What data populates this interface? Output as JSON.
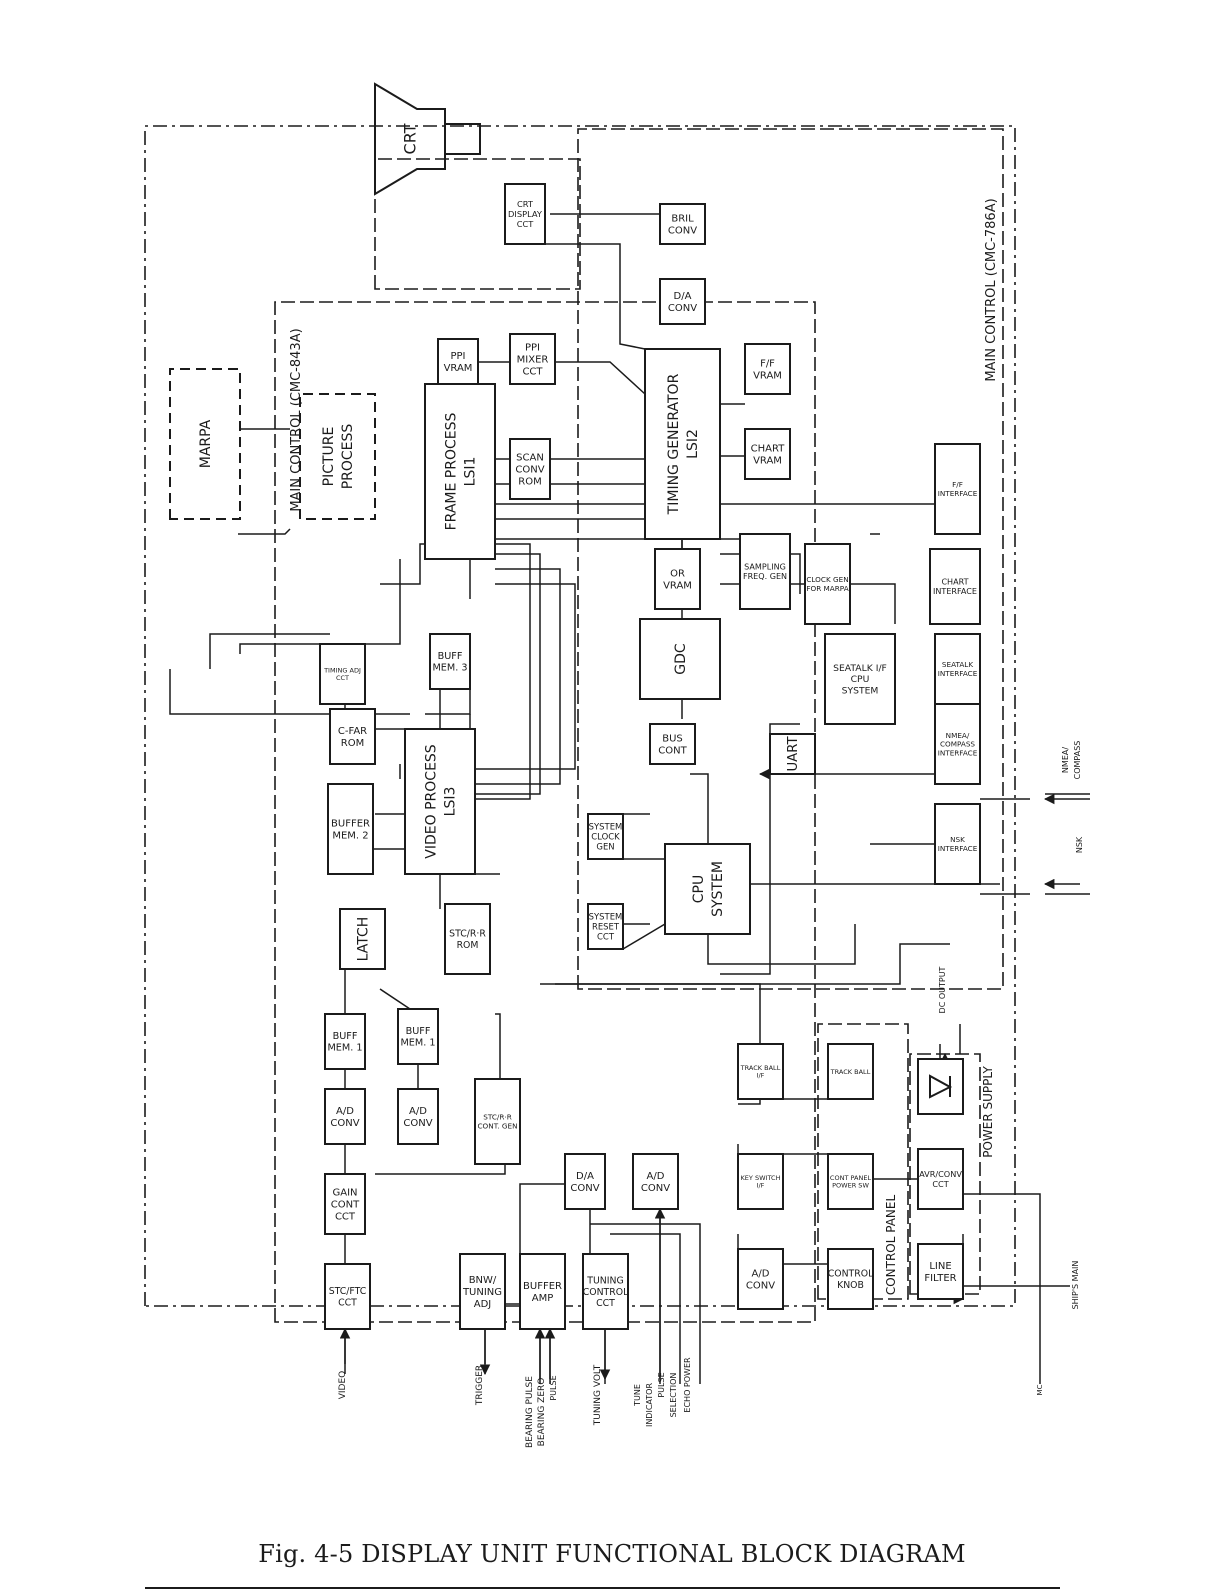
{
  "caption": "Fig. 4-5 DISPLAY UNIT FUNCTIONAL BLOCK DIAGRAM",
  "groups": {
    "main_control_a": "MAIN CONTROL (CMC-786A)",
    "main_control_b": "MAIN CONTROL (CMC-843A)",
    "control_panel": "CONTROL PANEL",
    "power_supply": "POWER SUPPLY"
  },
  "blocks": {
    "crt": [
      "CRT"
    ],
    "crt_display": [
      "CRT",
      "DISPLAY",
      "CCT"
    ],
    "bril_conv": [
      "BRIL",
      "CONV"
    ],
    "da_conv_top": [
      "D/A",
      "CONV"
    ],
    "ppi_vram": [
      "PPI",
      "VRAM"
    ],
    "ppi_mixer": [
      "PPI",
      "MIXER",
      "CCT"
    ],
    "timing_generator": [
      "TIMING GENERATOR",
      "LSI2"
    ],
    "ff_vram": [
      "F/F",
      "VRAM"
    ],
    "chart_vram": [
      "CHART",
      "VRAM"
    ],
    "frame_process": [
      "FRAME PROCESS",
      "LSI1"
    ],
    "scan_conv_rom": [
      "SCAN",
      "CONV",
      "ROM"
    ],
    "marpa": [
      "MARPA"
    ],
    "picture_process": [
      "PICTURE",
      "PROCESS"
    ],
    "or_vram": [
      "OR",
      "VRAM"
    ],
    "sampling_freq": [
      "SAMPLING",
      "FREQ. GEN"
    ],
    "clock_gen": [
      "CLOCK GEN",
      "FOR MARPA"
    ],
    "chart_interface": [
      "CHART",
      "INTERFACE"
    ],
    "ff_interface": [
      "F/F",
      "INTERFACE"
    ],
    "gdc": [
      "GDC"
    ],
    "seatalk_cpu": [
      "SEATALK I/F",
      "CPU",
      "SYSTEM"
    ],
    "seatalk_interface": [
      "SEATALK",
      "INTERFACE"
    ],
    "timing_adj": [
      "TIMING ADJ",
      "CCT"
    ],
    "buff_mem3": [
      "BUFF",
      "MEM. 3"
    ],
    "cfar_rom": [
      "C-FAR",
      "ROM"
    ],
    "video_process": [
      "VIDEO PROCESS",
      "LSI3"
    ],
    "bus_cont": [
      "BUS",
      "CONT"
    ],
    "uart": [
      "UART"
    ],
    "nmea_interface": [
      "NMEA/",
      "COMPASS",
      "INTERFACE"
    ],
    "buffer_mem2": [
      "BUFFER",
      "MEM. 2"
    ],
    "system_clock": [
      "SYSTEM",
      "CLOCK",
      "GEN"
    ],
    "cpu_system": [
      "CPU",
      "SYSTEM"
    ],
    "nsk_interface": [
      "NSK",
      "INTERFACE"
    ],
    "system_reset": [
      "SYSTEM",
      "RESET",
      "CCT"
    ],
    "latch": [
      "LATCH"
    ],
    "stc_rom": [
      "STC/R·R",
      "ROM"
    ],
    "buff_mem1_a": [
      "BUFF",
      "MEM. 1"
    ],
    "buff_mem1_b": [
      "BUFF",
      "MEM. 1"
    ],
    "ad_conv_a": [
      "A/D",
      "CONV"
    ],
    "ad_conv_b": [
      "A/D",
      "CONV"
    ],
    "stc_cont_gen": [
      "STC/R·R",
      "CONT. GEN"
    ],
    "gain_cont": [
      "GAIN",
      "CONT",
      "CCT"
    ],
    "stc_ftc": [
      "STC/FTC",
      "CCT"
    ],
    "bnw_tuning": [
      "BNW/",
      "TUNING",
      "ADJ"
    ],
    "buffer_amp": [
      "BUFFER",
      "AMP"
    ],
    "tuning_control": [
      "TUNING",
      "CONTROL",
      "CCT"
    ],
    "da_conv_bottom": [
      "D/A",
      "CONV"
    ],
    "ad_conv_c": [
      "A/D",
      "CONV"
    ],
    "track_ball_if": [
      "TRACK BALL",
      "I/F"
    ],
    "key_switch_if": [
      "KEY SWITCH",
      "I/F"
    ],
    "ad_conv_d": [
      "A/D",
      "CONV"
    ],
    "track_ball": [
      "TRACK BALL"
    ],
    "cont_panel_sw": [
      "CONT PANEL",
      "POWER SW"
    ],
    "control_knob": [
      "CONTROL",
      "KNOB"
    ],
    "avr_conv": [
      "AVR/CONV",
      "CCT"
    ],
    "line_filter": [
      "LINE",
      "FILTER"
    ]
  },
  "signals": {
    "video": "VIDEO",
    "trigger": "TRIGGER",
    "bearing_pulse": "BEARING PULSE",
    "bearing_zero": "BEARING ZERO",
    "pulse": "PULSE",
    "tuning_volt": "TUNING VOLT",
    "tune_indicator": [
      "TUNE",
      "INDICATOR"
    ],
    "pulse_selection": [
      "PULSE",
      "SELECTION"
    ],
    "echo_power": "ECHO POWER",
    "mc": "MC",
    "ships_main": "SHIP'S MAIN",
    "dc_output": "DC OUTPUT",
    "nsk": "NSK",
    "nmea_compass": [
      "NMEA/",
      "COMPASS"
    ]
  }
}
